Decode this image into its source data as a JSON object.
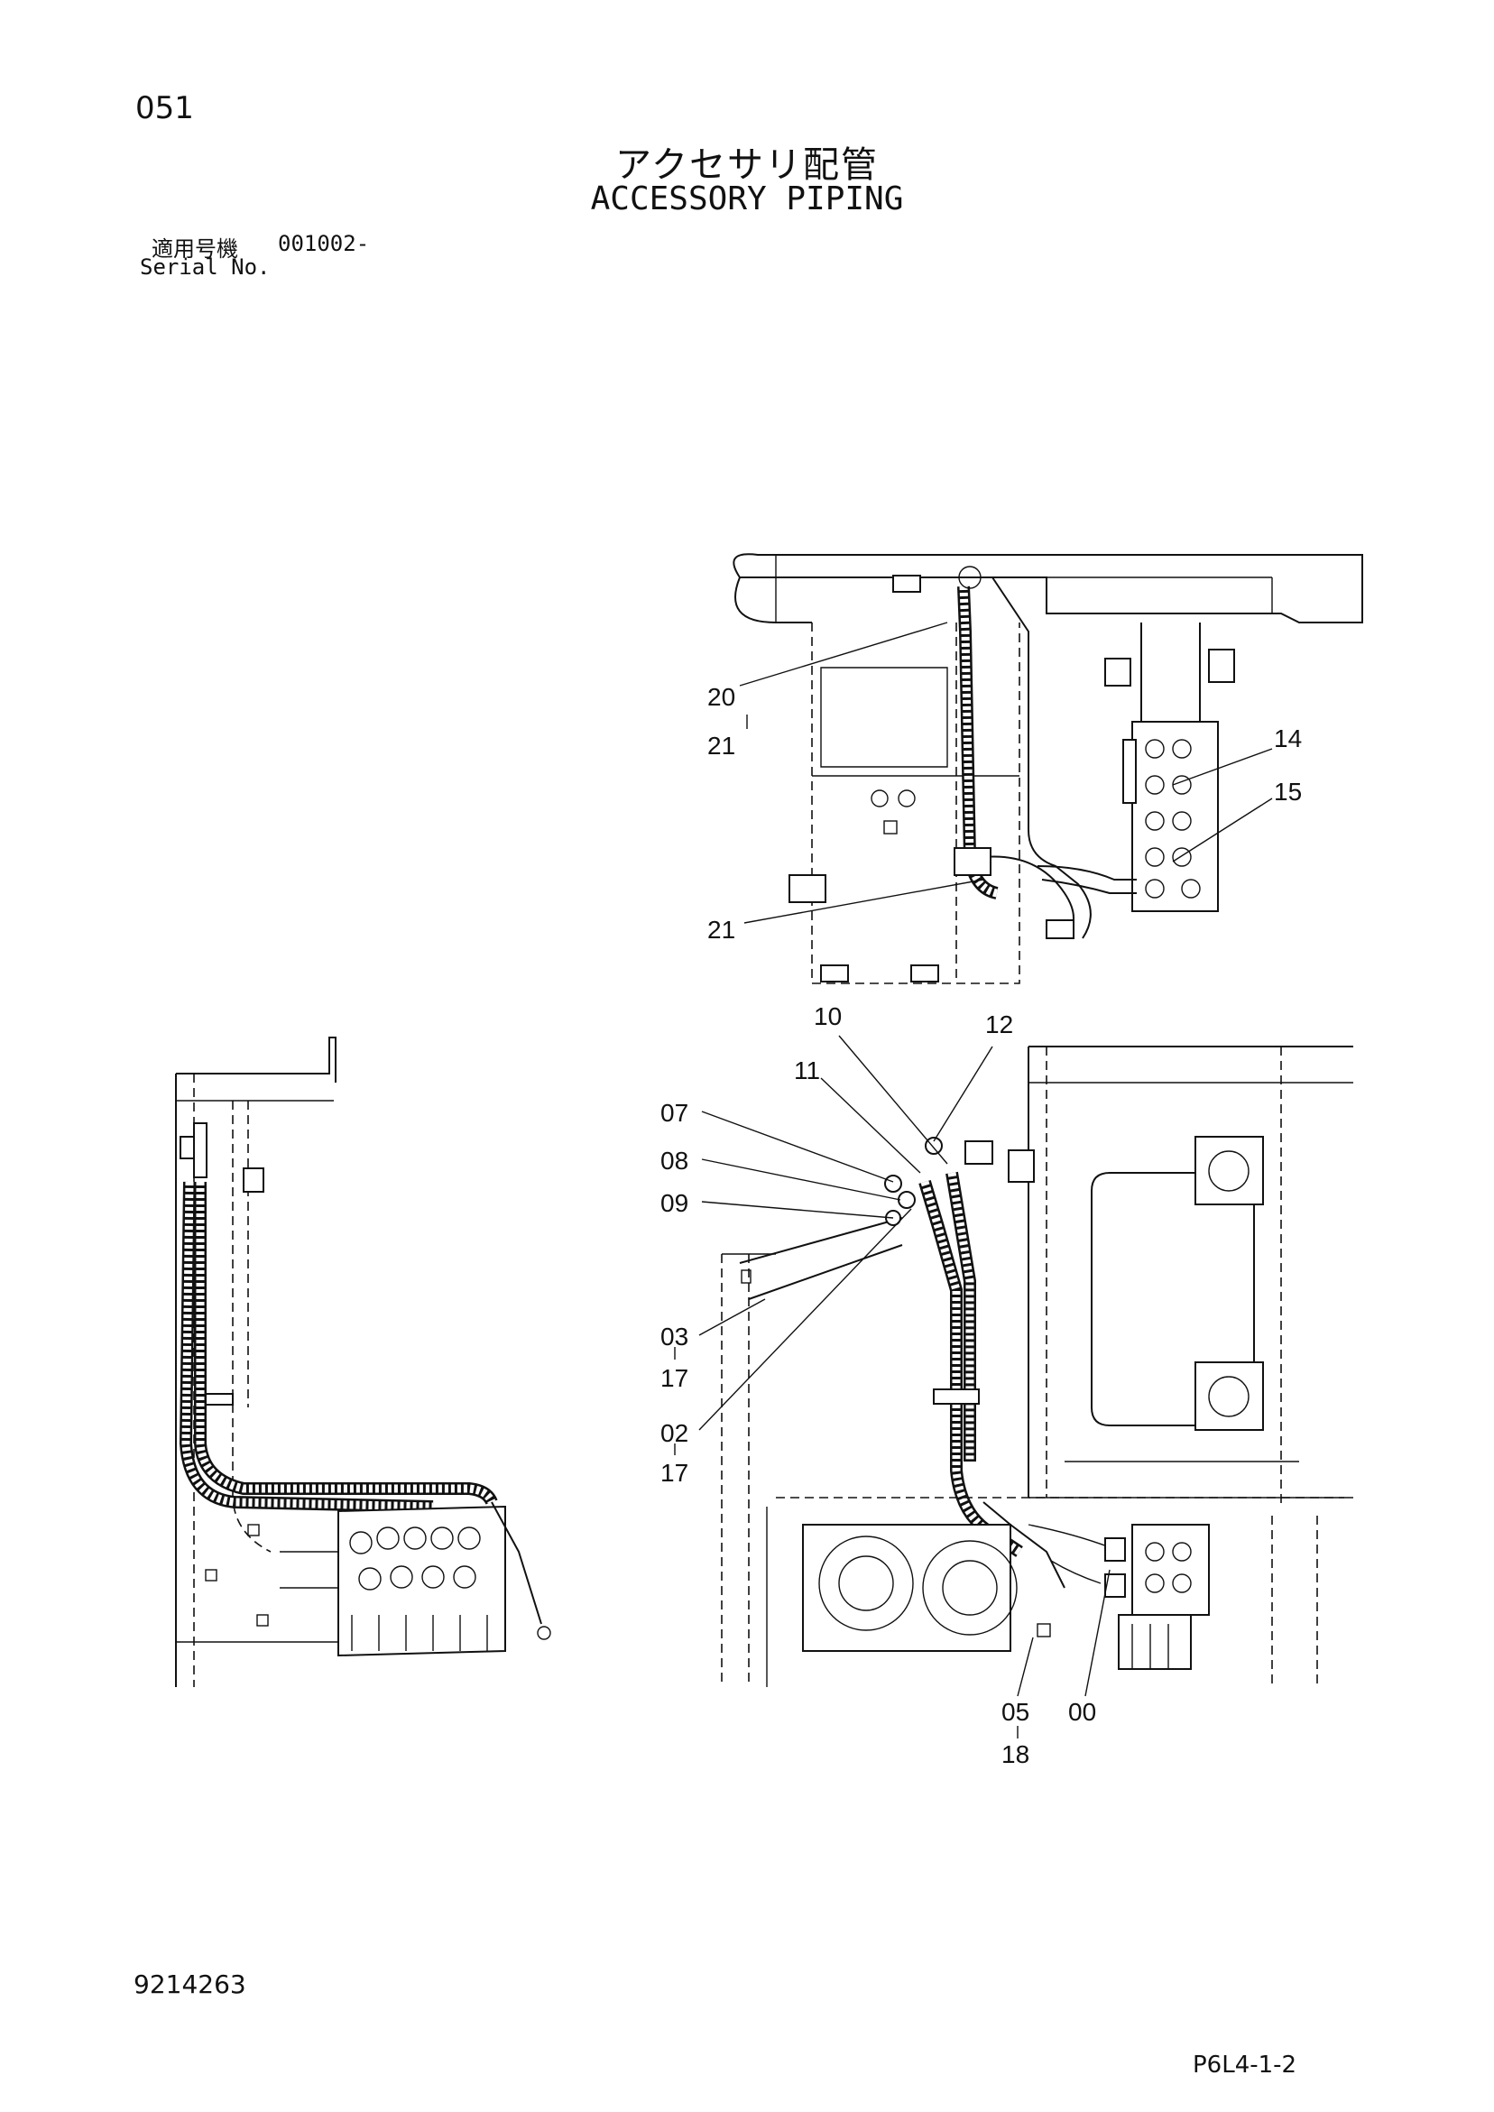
{
  "header": {
    "page_number": "051",
    "title_ja": "アクセサリ配管",
    "title_en": "ACCESSORY PIPING",
    "serial_label_ja": "適用号機",
    "serial_value": "001002-",
    "serial_label_en": "Serial No."
  },
  "callouts": {
    "top_view": [
      "20",
      "21",
      "14",
      "15",
      "21"
    ],
    "front_view": [
      "10",
      "12",
      "11",
      "07",
      "08",
      "09",
      "03",
      "17",
      "02",
      "17",
      "05",
      "18",
      "00"
    ]
  },
  "footer": {
    "document_number": "9214263",
    "figure_code": "P6L4-1-2"
  }
}
